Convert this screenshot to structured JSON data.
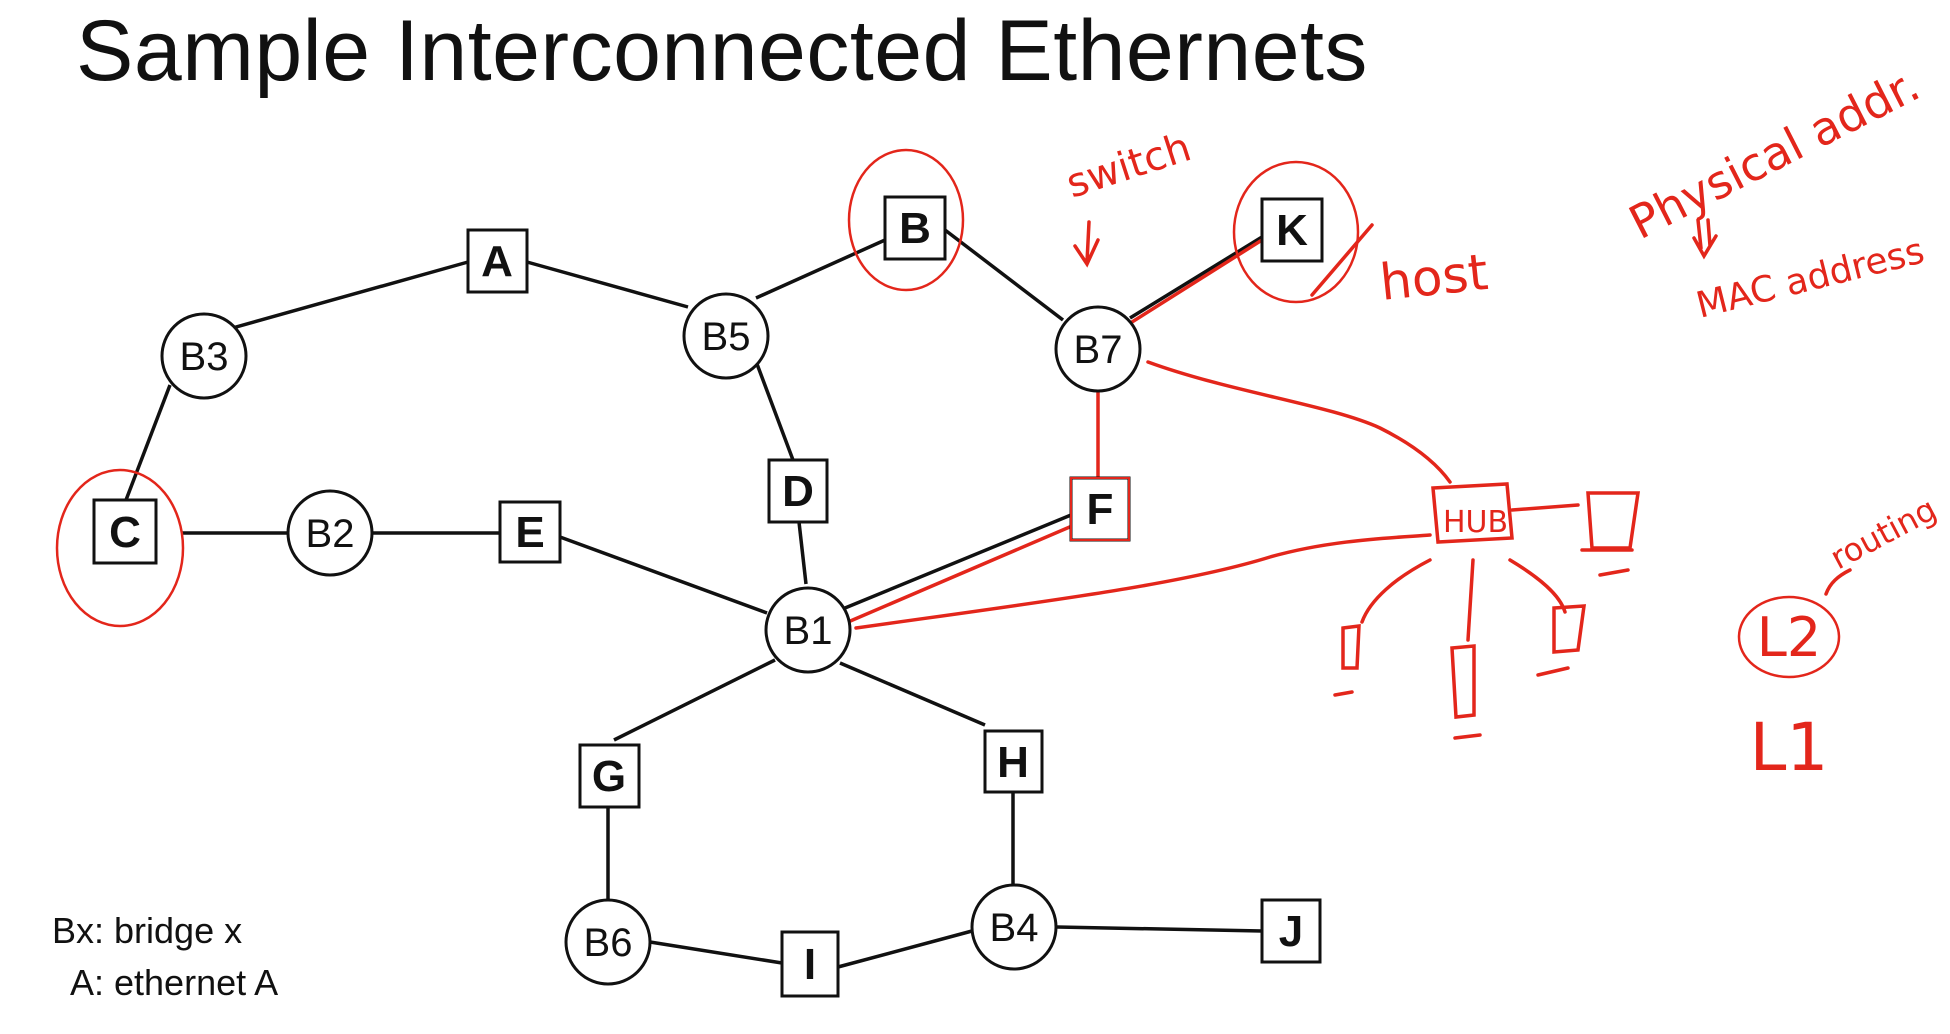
{
  "title": "Sample Interconnected Ethernets",
  "legend": {
    "bridge": "Bx: bridge x",
    "ethernet": "A: ethernet A"
  },
  "colors": {
    "ink": "#e3261b",
    "line": "#111111"
  },
  "bridges": [
    "B1",
    "B2",
    "B3",
    "B4",
    "B5",
    "B6",
    "B7"
  ],
  "ethernets": [
    "A",
    "B",
    "C",
    "D",
    "E",
    "F",
    "G",
    "H",
    "I",
    "J",
    "K"
  ],
  "annotations": {
    "switch": "switch",
    "host": "host",
    "physical": "Physical addr.",
    "mac": "MAC address",
    "hub": "HUB",
    "routing": "routing",
    "l2": "L2",
    "l1": "L1"
  }
}
